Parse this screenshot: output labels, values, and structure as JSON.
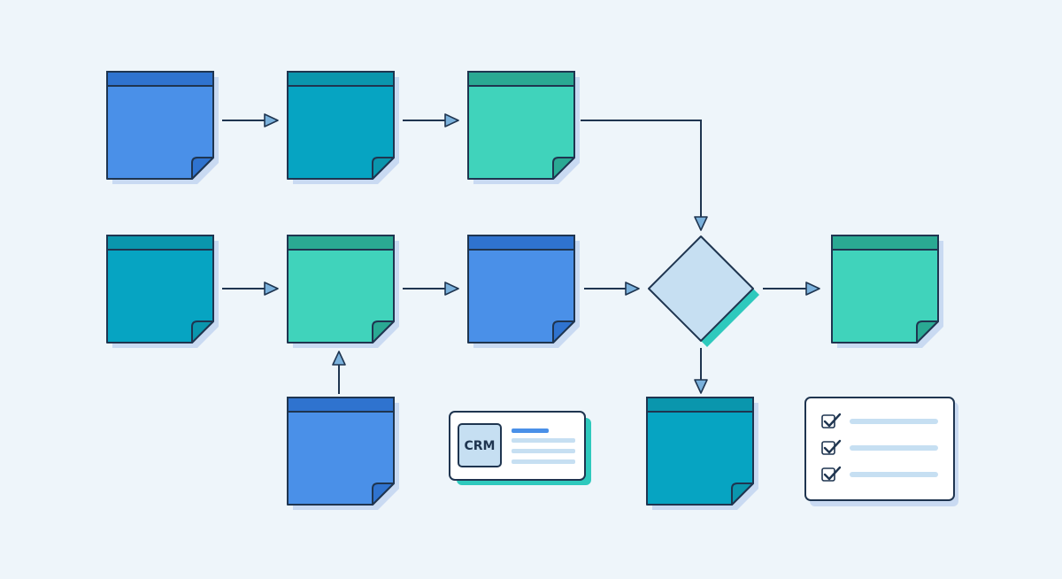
{
  "colors": {
    "background": "#eef5fa",
    "outline": "#1f3550",
    "shadow": "#c9daf2",
    "blue": "#4a90e8",
    "blue_header": "#2f73cf",
    "teal": "#06a4c2",
    "teal_header": "#0a96ad",
    "green": "#40d3bb",
    "green_header": "#2aa993",
    "decision_fill": "#c6dff2",
    "decision_shadow": "#2ec9bd",
    "arrow_head": "#7ab1dc",
    "line_accent": "#4a90e8",
    "line_muted": "#c6dff2",
    "card_fill": "#ffffff",
    "crm_badge_fill": "#c6dff2"
  },
  "notes": [
    {
      "id": "note-r1c1",
      "color": "blue"
    },
    {
      "id": "note-r1c2",
      "color": "teal"
    },
    {
      "id": "note-r1c3",
      "color": "green"
    },
    {
      "id": "note-r2c1",
      "color": "teal"
    },
    {
      "id": "note-r2c2",
      "color": "green"
    },
    {
      "id": "note-r2c3",
      "color": "blue"
    },
    {
      "id": "note-r2c5",
      "color": "green"
    },
    {
      "id": "note-r3c2",
      "color": "blue"
    },
    {
      "id": "note-r3c4",
      "color": "teal"
    }
  ],
  "crm_card": {
    "badge_label": "CRM"
  },
  "checklist": {
    "items": [
      {
        "checked": true
      },
      {
        "checked": true
      },
      {
        "checked": true
      }
    ]
  },
  "decision": {
    "shape": "diamond"
  }
}
